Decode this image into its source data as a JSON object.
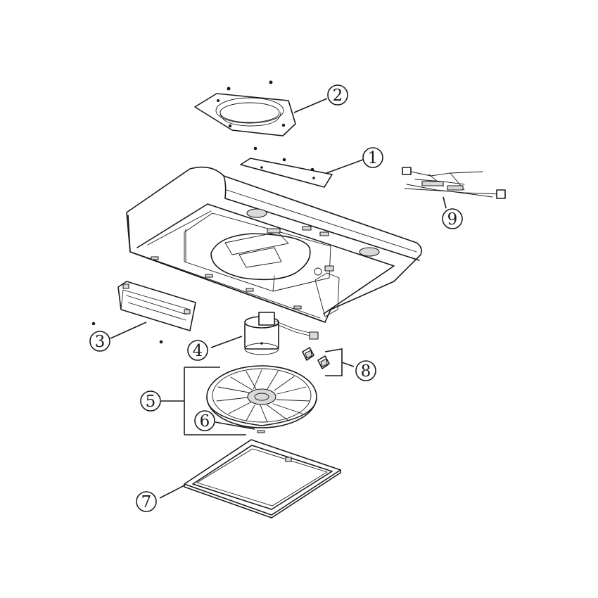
{
  "callouts": [
    {
      "id": "1",
      "label": "1"
    },
    {
      "id": "2",
      "label": "2"
    },
    {
      "id": "3",
      "label": "3"
    },
    {
      "id": "4",
      "label": "4"
    },
    {
      "id": "5",
      "label": "5"
    },
    {
      "id": "6",
      "label": "6"
    },
    {
      "id": "7",
      "label": "7"
    },
    {
      "id": "8",
      "label": "8"
    },
    {
      "id": "9",
      "label": "9"
    }
  ],
  "colors": {
    "line": "#1a1a1a",
    "background": "#ffffff",
    "shade": "#d9d9d9"
  }
}
